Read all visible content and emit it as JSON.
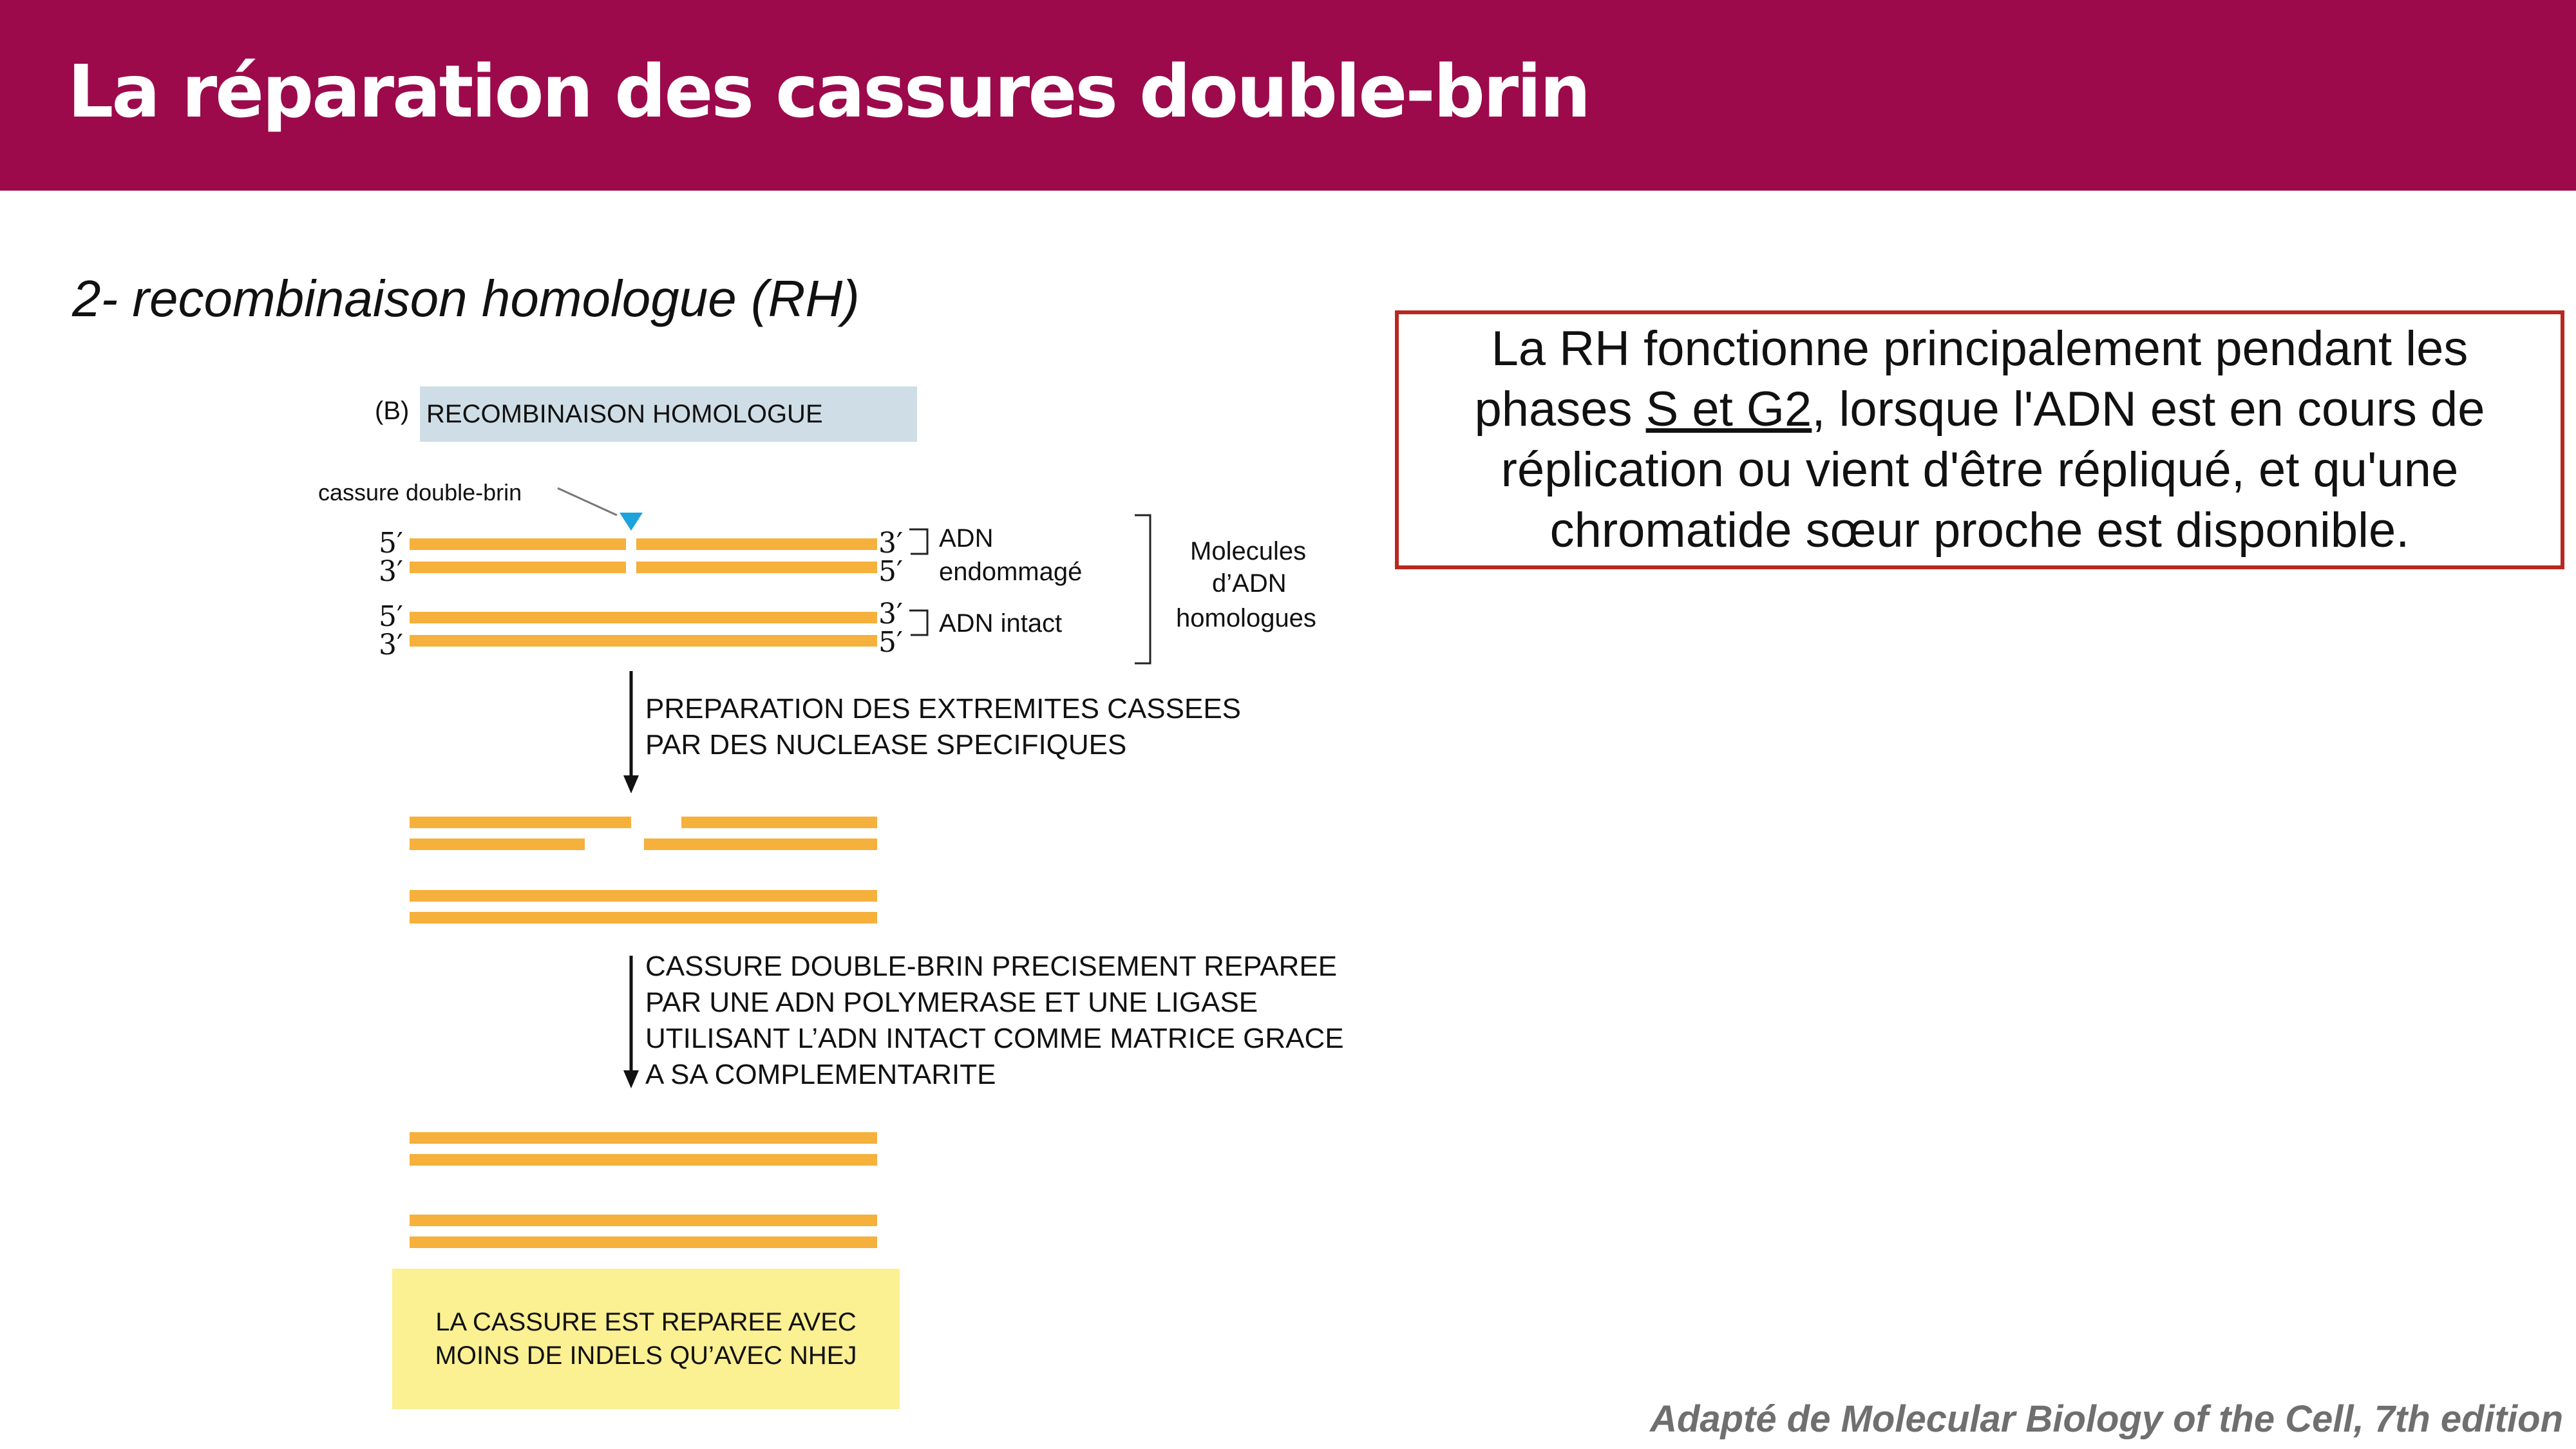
{
  "header": {
    "title": "La réparation des cassures double-brin"
  },
  "subtitle": "2- recombinaison homologue (RH)",
  "note": {
    "before": "La RH fonctionne principalement pendant les phases ",
    "underlined": "S et G2",
    "after": ", lorsque l'ADN est en cours de réplication ou vient d'être répliqué, et qu'une chromatide sœur proche est disponible."
  },
  "diagram": {
    "panel_letter": "(B)",
    "panel_title": "RECOMBINAISON HOMOLOGUE",
    "break_label": "cassure double-brin",
    "end_labels": {
      "five": "5′",
      "three": "3′"
    },
    "damaged_label_1": "ADN",
    "damaged_label_2": "endommagé",
    "intact_label": "ADN intact",
    "molecules_label_1": "Molecules",
    "molecules_label_2": "d’ADN",
    "molecules_label_3": "homologues",
    "step1_line1": "PREPARATION DES EXTREMITES CASSEES",
    "step1_line2": "PAR DES NUCLEASE SPECIFIQUES",
    "step2_line1": "CASSURE DOUBLE-BRIN PRECISEMENT REPAREE",
    "step2_line2": "PAR UNE ADN POLYMERASE ET UNE LIGASE",
    "step2_line3": "UTILISANT L’ADN INTACT COMME MATRICE GRACE",
    "step2_line4": "A SA COMPLEMENTARITE",
    "result_line1": "LA CASSURE EST REPAREE AVEC",
    "result_line2": "MOINS DE INDELS QU’AVEC NHEJ"
  },
  "credit": "Adapté de Molecular Biology of the Cell, 7th edition",
  "colors": {
    "header": "#9c0a4c",
    "strand": "#f6b03c",
    "break_marker": "#1ba3dc",
    "banner": "#cfdee6",
    "result_box": "#fbf092",
    "note_border": "#b8281f"
  }
}
